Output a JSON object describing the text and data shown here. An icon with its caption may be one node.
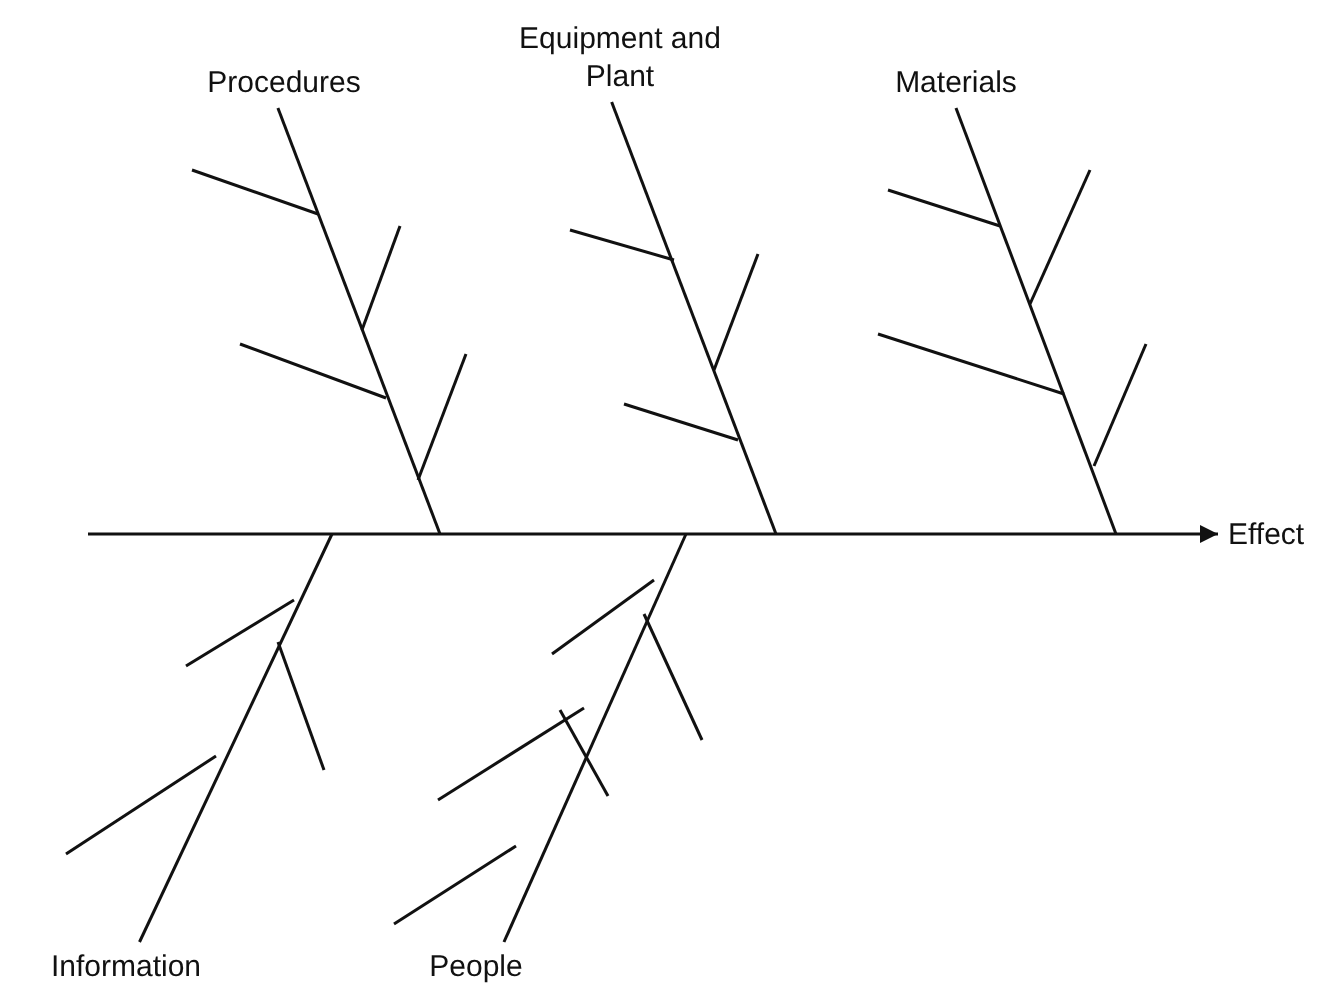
{
  "diagram": {
    "nodes": [
      {
        "text": [
          "Procedures"
        ]
      },
      {
        "text": [
          "Equipment and Plant"
        ]
      },
      {
        "text": [
          "Materials"
        ]
      },
      {
        "text": [
          "Information"
        ]
      },
      {
        "text": [
          "People"
        ]
      },
      {
        "text": [
          "Effect"
        ]
      }
    ],
    "edges": [
      {
        "from": null,
        "to": 5,
        "arrow": "to"
      },
      {
        "from": 0,
        "to": null,
        "arrow": "none"
      },
      {
        "from": 1,
        "to": null,
        "arrow": "none"
      },
      {
        "from": 2,
        "to": null,
        "arrow": "none"
      },
      {
        "from": 3,
        "to": null,
        "arrow": "none"
      },
      {
        "from": 4,
        "to": null,
        "arrow": "none"
      }
    ]
  }
}
